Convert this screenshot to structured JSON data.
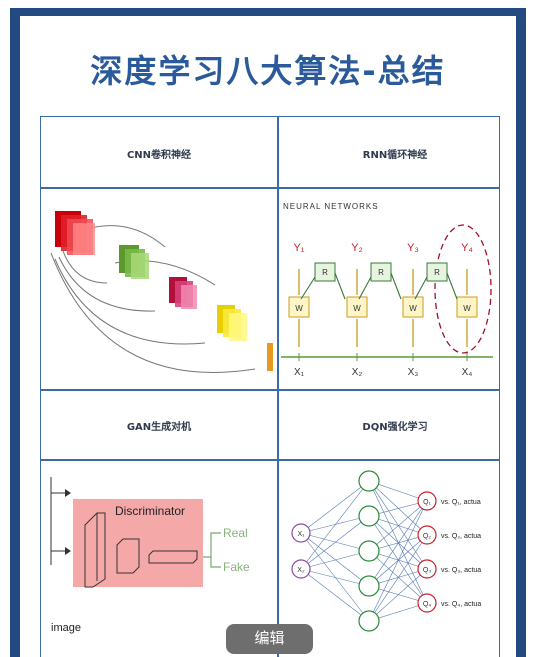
{
  "title": "深度学习八大算法-总结",
  "cells": {
    "cnn": {
      "caption": "CNN卷积神经"
    },
    "rnn": {
      "caption": "RNN循环神经",
      "heading": "NEURAL NETWORKS",
      "outputs": [
        "Y₁",
        "Y₂",
        "Y₃",
        "Y₄"
      ],
      "inputs": [
        "X₁",
        "X₂",
        "X₃",
        "X₄"
      ],
      "r_label": "R",
      "w_label": "W"
    },
    "gan": {
      "caption": "GAN生成对机",
      "discriminator": "Discriminator",
      "real": "Real",
      "fake": "Fake",
      "image": "image"
    },
    "dqn": {
      "caption": "DQN强化学习",
      "inputs": [
        "X₁",
        "X₂"
      ],
      "outputs": [
        "Q₁",
        "Q₂",
        "Q₃",
        "Q₄"
      ],
      "vs": [
        "vs. Q₁, actua",
        "vs. Q₂, actua",
        "vs. Q₃, actua",
        "vs. Q₄, actua"
      ]
    }
  },
  "edit_button": "编辑",
  "colors": {
    "frame": "#244a82",
    "title": "#2a5a9a",
    "grid": "#3a6aa8"
  }
}
